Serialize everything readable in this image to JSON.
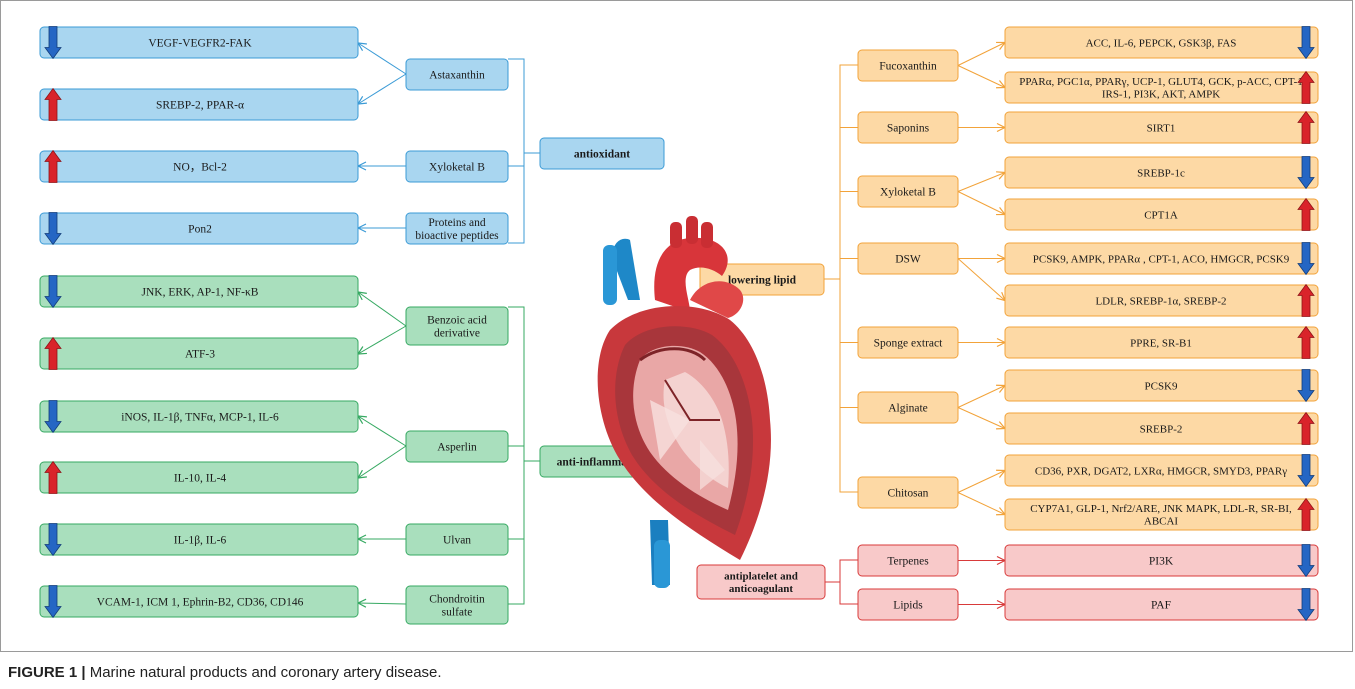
{
  "caption": {
    "label": "FIGURE 1 |",
    "text": "Marine natural products and coronary artery disease."
  },
  "colors": {
    "blue_fill": "#a9d6f0",
    "blue_stroke": "#3b9bd6",
    "green_fill": "#a9dfbd",
    "green_stroke": "#36a962",
    "orange_fill": "#fdd9a5",
    "orange_stroke": "#f2a33a",
    "red_fill": "#f8c9c9",
    "red_stroke": "#d83a3a",
    "arrow_up": "#d9232a",
    "arrow_down": "#2566c4"
  },
  "antioxidant": {
    "category": "antioxidant",
    "compounds": [
      "Astaxanthin",
      "Xyloketal B",
      "Proteins and\nbioactive peptides"
    ],
    "targets": [
      {
        "text": "VEGF-VEGFR2-FAK",
        "dir": "down"
      },
      {
        "text": "SREBP-2, PPAR-α",
        "dir": "up"
      },
      {
        "text": "NO，Bcl-2",
        "dir": "up"
      },
      {
        "text": "Pon2",
        "dir": "down"
      }
    ]
  },
  "anti_inflammatory": {
    "category": "anti-inflammatory",
    "compounds": [
      "Benzoic acid\nderivative",
      "Asperlin",
      "Ulvan",
      "Chondroitin\nsulfate"
    ],
    "targets": [
      {
        "text": "JNK, ERK, AP-1, NF-κB",
        "dir": "down"
      },
      {
        "text": "ATF-3",
        "dir": "up"
      },
      {
        "text": "iNOS, IL-1β, TNFα, MCP-1, IL-6",
        "dir": "down"
      },
      {
        "text": "IL-10, IL-4",
        "dir": "up"
      },
      {
        "text": "IL-1β, IL-6",
        "dir": "down"
      },
      {
        "text": "VCAM-1, ICM 1, Ephrin-B2, CD36, CD146",
        "dir": "down"
      }
    ]
  },
  "lowering_lipid": {
    "category": "lowering lipid",
    "compounds": [
      "Fucoxanthin",
      "Saponins",
      "Xyloketal B",
      "DSW",
      "Sponge extract",
      "Alginate",
      "Chitosan"
    ],
    "targets": [
      {
        "text": "ACC, IL-6, PEPCK, GSK3β, FAS",
        "dir": "down"
      },
      {
        "text": "PPARα, PGC1α, PPARγ, UCP-1, GLUT4, GCK, p-ACC, CPT-1\nIRS-1, PI3K, AKT, AMPK",
        "dir": "up"
      },
      {
        "text": "SIRT1",
        "dir": "up"
      },
      {
        "text": "SREBP-1c",
        "dir": "down"
      },
      {
        "text": "CPT1A",
        "dir": "up"
      },
      {
        "text": "PCSK9, AMPK, PPARα , CPT-1, ACO, HMGCR, PCSK9",
        "dir": "down"
      },
      {
        "text": "LDLR, SREBP-1α, SREBP-2",
        "dir": "up"
      },
      {
        "text": "PPRE, SR-B1",
        "dir": "up"
      },
      {
        "text": "PCSK9",
        "dir": "down"
      },
      {
        "text": "SREBP-2",
        "dir": "up"
      },
      {
        "text": "CD36, PXR, DGAT2, LXRα, HMGCR, SMYD3, PPARγ",
        "dir": "down"
      },
      {
        "text": "CYP7A1, GLP-1, Nrf2/ARE, JNK MAPK, LDL-R, SR-BI,\nABCAI",
        "dir": "up"
      }
    ]
  },
  "antiplatelet": {
    "category": "antiplatelet and\nanticoagulant",
    "compounds": [
      "Terpenes",
      "Lipids"
    ],
    "targets": [
      {
        "text": "PI3K",
        "dir": "down"
      },
      {
        "text": "PAF",
        "dir": "down"
      }
    ]
  },
  "heart": {
    "icon": "heart-icon"
  }
}
